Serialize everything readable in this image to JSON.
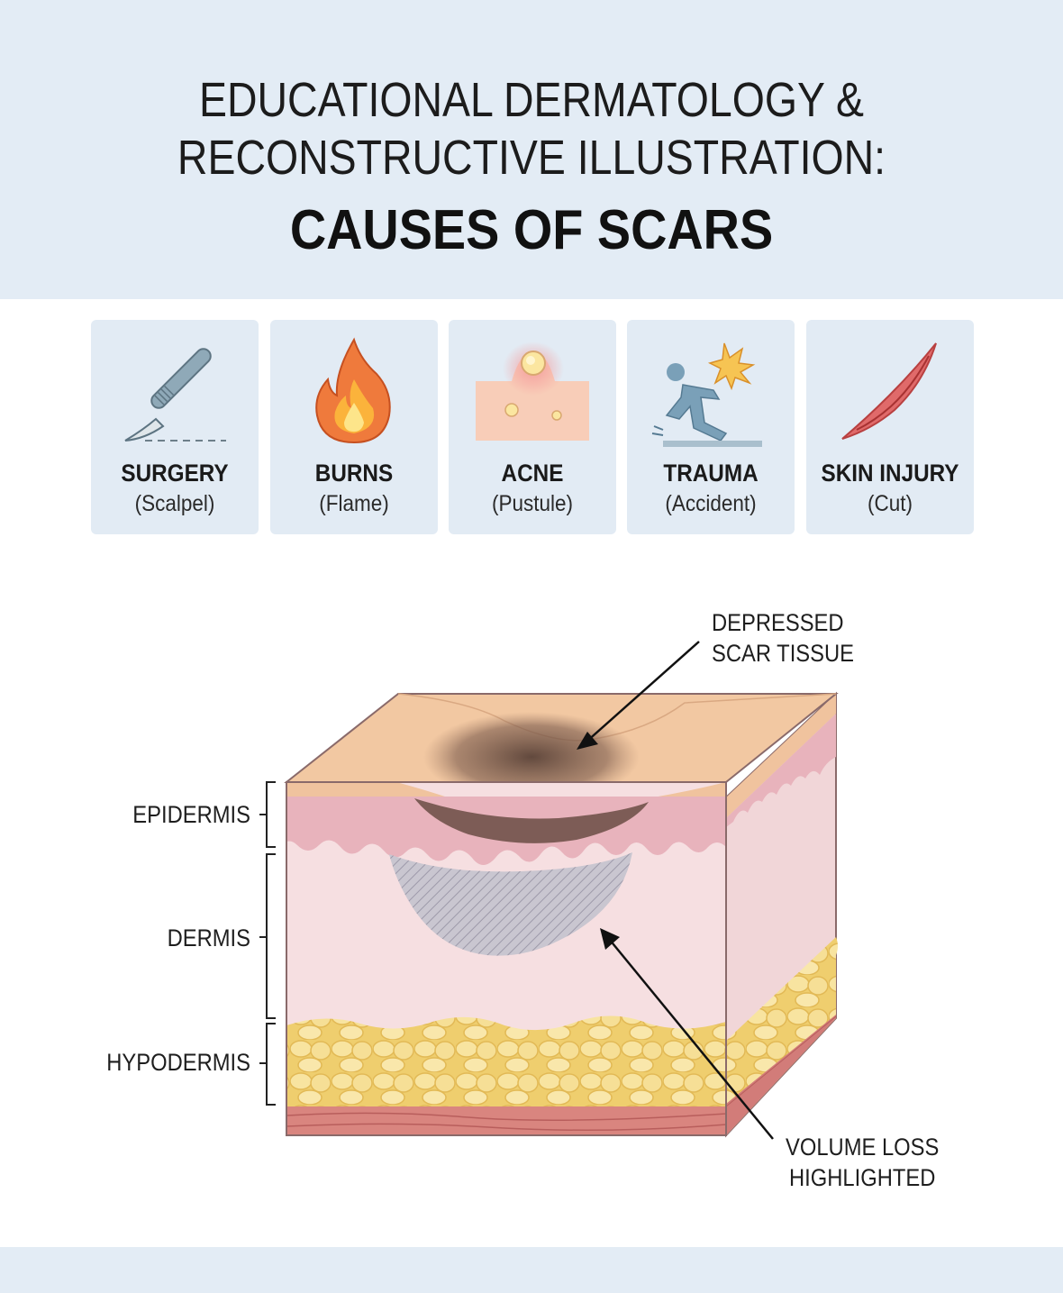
{
  "header": {
    "line1": "EDUCATIONAL DERMATOLOGY &",
    "line2": "RECONSTRUCTIVE ILLUSTRATION:",
    "line3": "CAUSES OF SCARS"
  },
  "causes": [
    {
      "label": "SURGERY",
      "sub": "(Scalpel)",
      "icon": "scalpel-icon"
    },
    {
      "label": "BURNS",
      "sub": "(Flame)",
      "icon": "flame-icon"
    },
    {
      "label": "ACNE",
      "sub": "(Pustule)",
      "icon": "pustule-icon"
    },
    {
      "label": "TRAUMA",
      "sub": "(Accident)",
      "icon": "falling-person-icon"
    },
    {
      "label": "SKIN INJURY",
      "sub": "(Cut)",
      "icon": "cut-icon"
    }
  ],
  "diagram": {
    "layers": {
      "epidermis": "EPIDERMIS",
      "dermis": "DERMIS",
      "hypodermis": "HYPODERMIS"
    },
    "callouts": {
      "depressed_line1": "DEPRESSED",
      "depressed_line2": "SCAR TISSUE",
      "volume_line1": "VOLUME LOSS",
      "volume_line2": "HIGHLIGHTED"
    }
  },
  "colors": {
    "header_bg": "#e3ecf5",
    "card_bg": "#e2ebf4",
    "skin_surface": "#f2c8a2",
    "epidermis": "#e9b7bf",
    "dermis": "#f6dfe1",
    "fat": "#f3dc8e",
    "muscle": "#d98683"
  }
}
